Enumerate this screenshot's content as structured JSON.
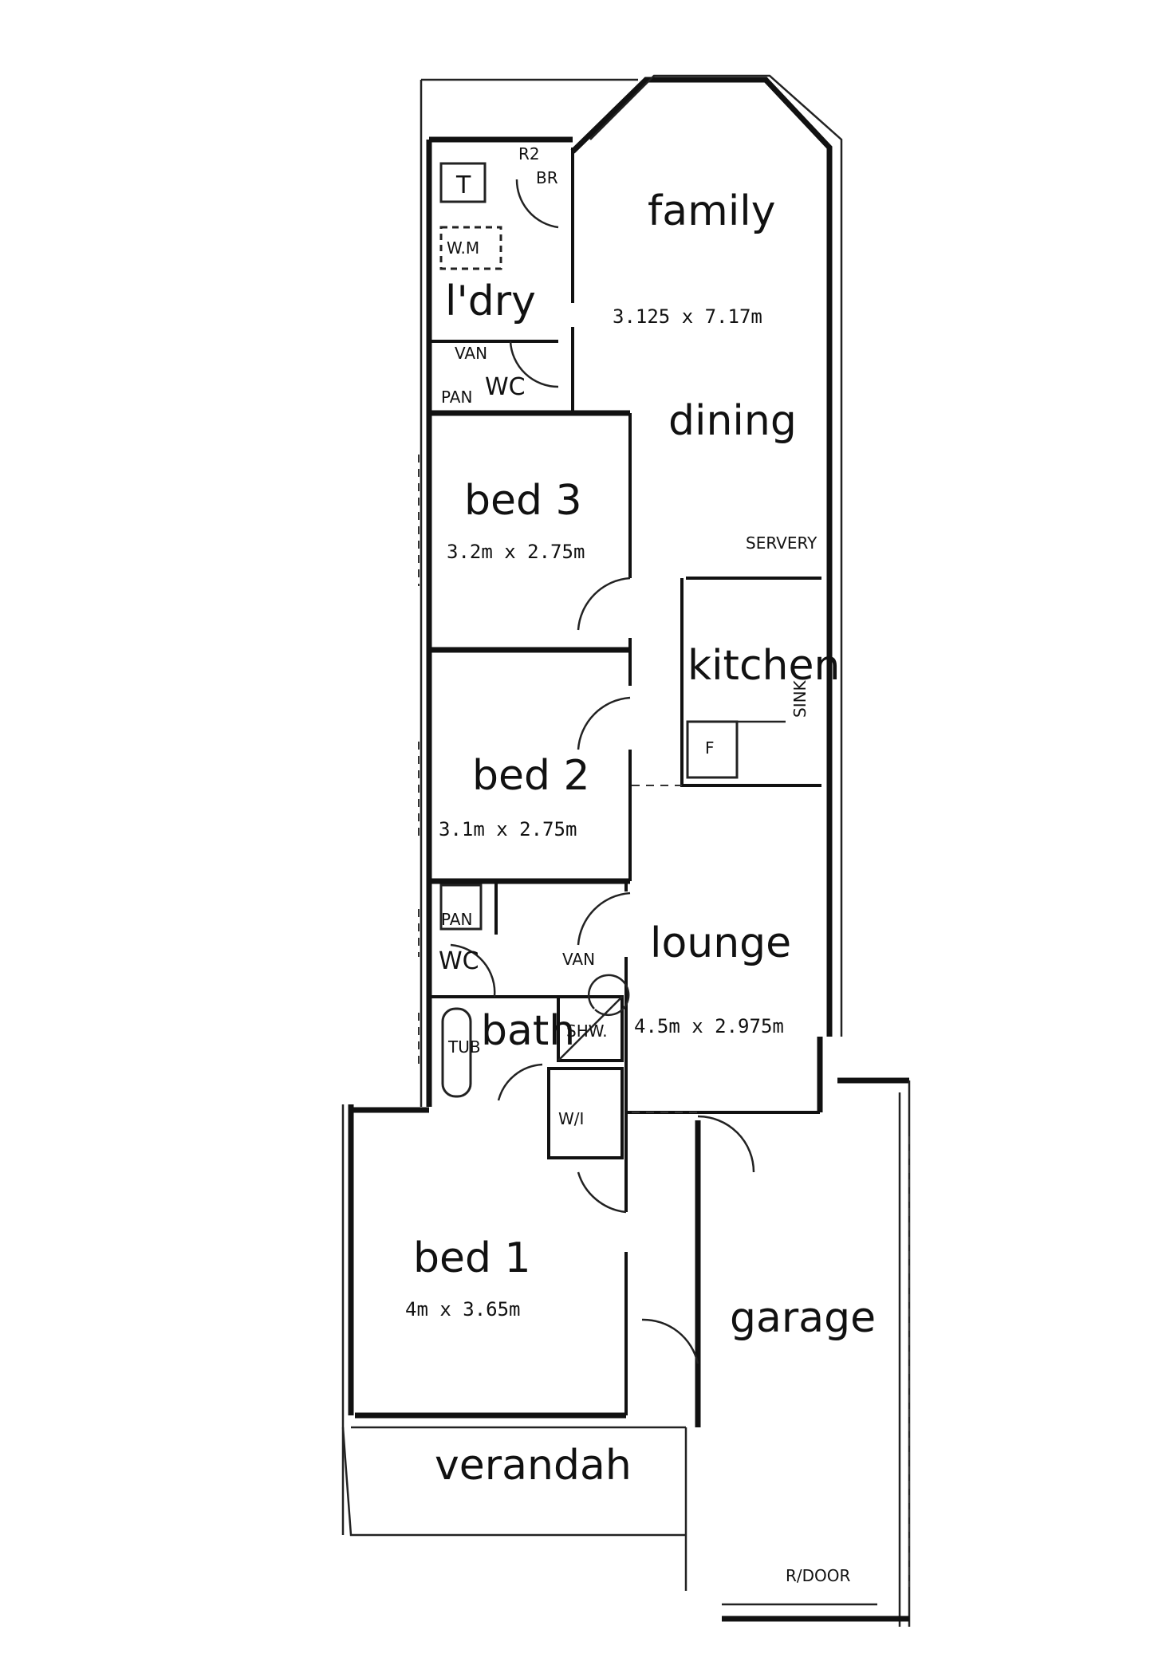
{
  "rooms": {
    "family": {
      "name": "family",
      "dims": "3.125 x 7.17m"
    },
    "dining": {
      "name": "dining"
    },
    "laundry": {
      "name": "l'dry"
    },
    "wc_upper": {
      "name": "WC"
    },
    "bed3": {
      "name": "bed 3",
      "dims": "3.2m x 2.75m"
    },
    "bed2": {
      "name": "bed 2",
      "dims": "3.1m x 2.75m"
    },
    "kitchen": {
      "name": "kitchen"
    },
    "lounge": {
      "name": "lounge",
      "dims": "4.5m x 2.975m"
    },
    "wc_lower": {
      "name": "WC"
    },
    "bath": {
      "name": "bath"
    },
    "bed1": {
      "name": "bed 1",
      "dims": "4m x 3.65m"
    },
    "garage": {
      "name": "garage"
    },
    "verandah": {
      "name": "verandah"
    }
  },
  "fixtures": {
    "tub_label": "T",
    "washing_machine": "W.M",
    "vanity_upper": "VAN",
    "pan_upper": "PAN",
    "pan_lower": "PAN",
    "vanity_lower": "VAN",
    "shower": "SHW.",
    "bath_tub": "TUB",
    "walk_in_robe": "W/I",
    "fridge": "F",
    "sink": "SINK",
    "servery": "SERVERY",
    "roller_door": "R/DOOR",
    "robe_upper": "R2",
    "broom": "BR"
  }
}
